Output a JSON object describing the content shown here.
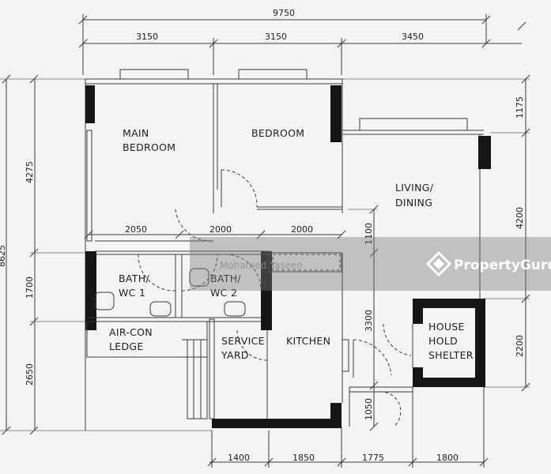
{
  "rooms": {
    "main_bedroom": [
      "MAIN",
      "BEDROOM"
    ],
    "bedroom": "BEDROOM",
    "living_dining": [
      "LIVING/",
      "DINING"
    ],
    "bath_1": [
      "BATH/",
      "WC  1"
    ],
    "bath_2": [
      "BATH/",
      "WC  2"
    ],
    "aircon_ledge": [
      "AIR-CON",
      "LEDGE"
    ],
    "service_yard": [
      "SERVICE",
      "YARD"
    ],
    "kitchen": "KITCHEN",
    "household_shelter": [
      "HOUSE",
      "HOLD",
      "SHELTER"
    ]
  },
  "dimensions": {
    "top_total": "9750",
    "top_segments": [
      "3150",
      "3150",
      "3450"
    ],
    "left_total": "8625",
    "left_segments": [
      "4275",
      "1700",
      "2650"
    ],
    "right_segments": [
      "1175",
      "4200",
      "2200"
    ],
    "bottom_segments": [
      "1400",
      "1850",
      "1775",
      "1800"
    ],
    "inner_horizontal": [
      "2050",
      "2000",
      "2000"
    ],
    "inner_vertical": [
      "1100",
      "3300",
      "1050"
    ]
  },
  "watermark": {
    "brand": "PropertyGuru",
    "author": "Mohamed Yaseen"
  }
}
